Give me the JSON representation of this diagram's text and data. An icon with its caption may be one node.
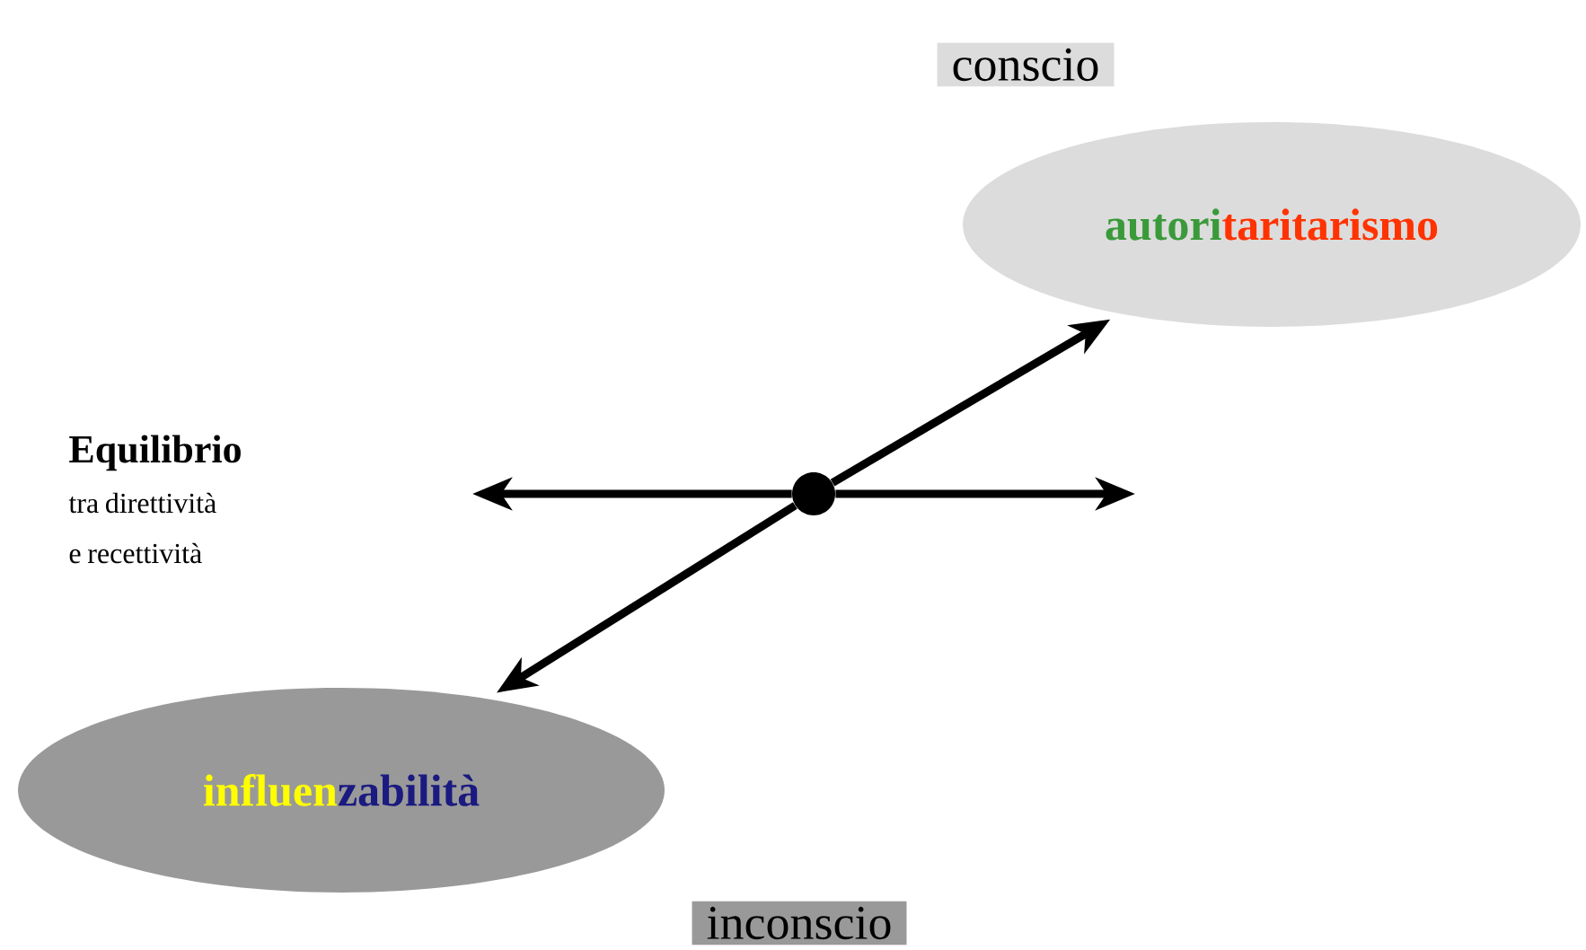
{
  "diagram": {
    "nodes": [
      {
        "text": [
          "conscio"
        ]
      },
      {
        "text": [
          "autori",
          "taritarismo"
        ]
      },
      {
        "text": [
          "Equilibrio",
          "tra direttività e recettività"
        ]
      },
      {
        "text": [],
        "shape": "circle"
      },
      {
        "text": [
          "influen",
          "zabilità"
        ]
      },
      {
        "text": [
          "inconscio"
        ]
      }
    ],
    "edges": [
      {
        "from": 3,
        "to": 1,
        "arrow": "to"
      },
      {
        "from": 3,
        "to": 4,
        "arrow": "to"
      },
      {
        "from": 3,
        "to": null,
        "arrow": "to"
      },
      {
        "from": 3,
        "to": null,
        "arrow": "to"
      }
    ]
  }
}
